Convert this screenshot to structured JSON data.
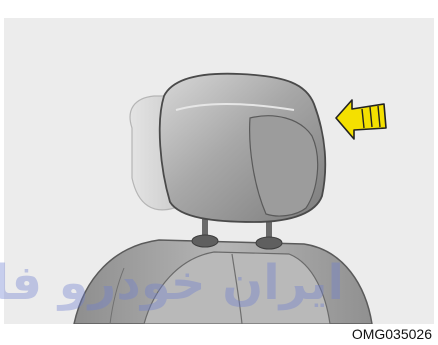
{
  "figure": {
    "code": "OMG035026",
    "watermark": "ایران خودرو فارس",
    "colors": {
      "background": "#ececec",
      "seat": "#9a9a9a",
      "arrow": "#f4e000",
      "watermark": "#6f7fd0"
    },
    "icons": [
      "headrest",
      "arrow-left-icon",
      "seat-back"
    ]
  }
}
